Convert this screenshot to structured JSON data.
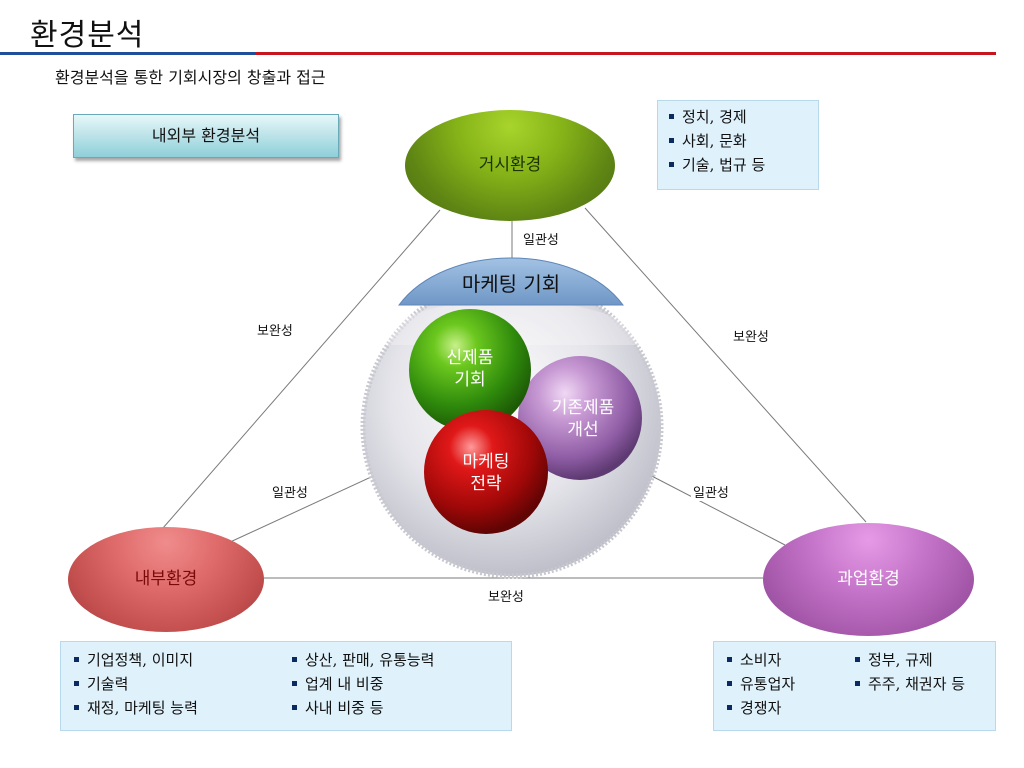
{
  "header": {
    "title": "환경분석",
    "subtitle": "환경분석을 통한 기회시장의 창출과 접근"
  },
  "tag_label": "내외부 환경분석",
  "environments": {
    "macro": "거시환경",
    "internal": "내부환경",
    "task": "과업환경"
  },
  "center": {
    "arc_title": "마케팅 기회",
    "new_product": [
      "신제품",
      "기회"
    ],
    "existing_product": [
      "기존제품",
      "개선"
    ],
    "strategy": [
      "마케팅",
      "전략"
    ]
  },
  "relations": {
    "consistency": "일관성",
    "complementarity": "보완성"
  },
  "macro_list": [
    "정치, 경제",
    "사회, 문화",
    "기술, 법규 등"
  ],
  "internal_list": {
    "col1": [
      "기업정책, 이미지",
      "기술력",
      "재정, 마케팅 능력"
    ],
    "col2": [
      "상산, 판매, 유통능력",
      "업계 내 비중",
      "사내 비중 등"
    ]
  },
  "task_list": {
    "col1": [
      "소비자",
      "유통업자",
      "경쟁자"
    ],
    "col2": [
      "정부, 규제",
      "주주, 채권자 등"
    ]
  },
  "colors": {
    "rule_blue": "#1f4e9a",
    "rule_red": "#c4161c",
    "macro_green": "#6f9a14",
    "internal_red": "#c55050",
    "task_purple": "#a85aad",
    "arc_blue": "#7fa8d4",
    "box_bg": "#dff1fb"
  }
}
